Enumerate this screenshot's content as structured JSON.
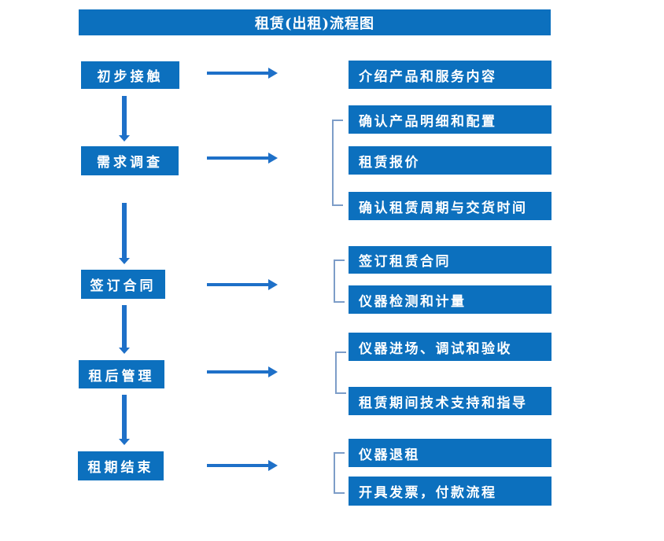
{
  "title": "租赁(出租)流程图",
  "colors": {
    "box": "#0c70be",
    "arrow": "#1e70c8",
    "bracket": "#7d9dc8",
    "text": "#ffffff",
    "background": "#ffffff"
  },
  "steps": [
    {
      "label": "初步接触",
      "details": [
        "介绍产品和服务内容"
      ]
    },
    {
      "label": "需求调查",
      "details": [
        "确认产品明细和配置",
        "租赁报价",
        "确认租赁周期与交货时间"
      ]
    },
    {
      "label": "签订合同",
      "details": [
        "签订租赁合同",
        "仪器检测和计量"
      ]
    },
    {
      "label": "租后管理",
      "details": [
        "仪器进场、调试和验收",
        "租赁期间技术支持和指导"
      ]
    },
    {
      "label": "租期结束",
      "details": [
        "仪器退租",
        "开具发票，付款流程"
      ]
    }
  ]
}
